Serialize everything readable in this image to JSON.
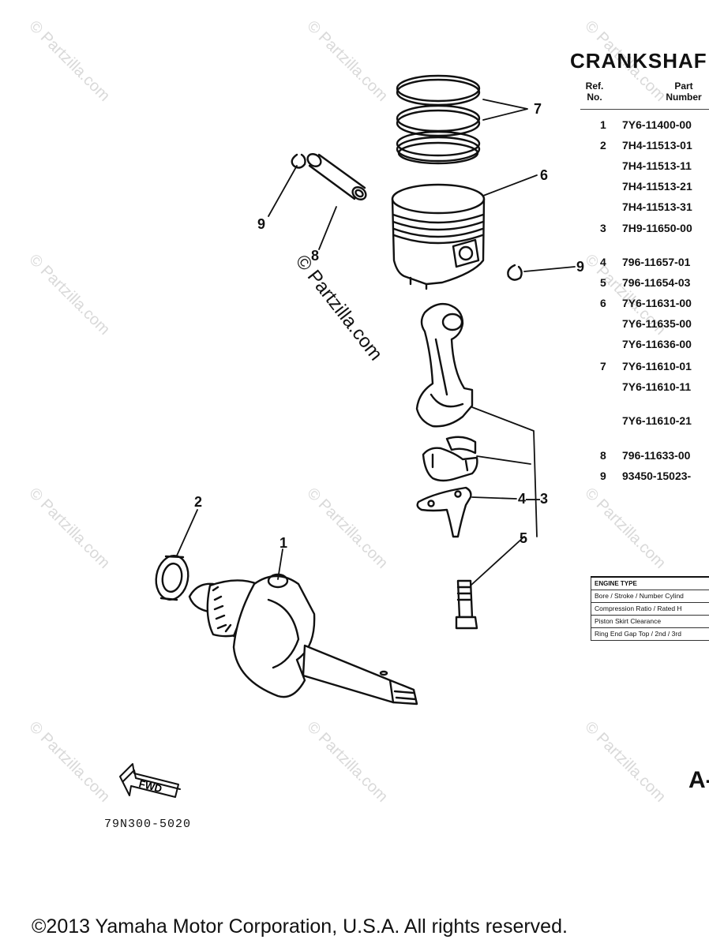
{
  "title": "CRANKSHAF",
  "table_header": {
    "ref": "Ref.\nNo.",
    "part": "Part\nNumber"
  },
  "parts": [
    {
      "ref": "1",
      "part": "7Y6-11400-00"
    },
    {
      "ref": "2",
      "part": "7H4-11513-01"
    },
    {
      "ref": "",
      "part": "7H4-11513-11"
    },
    {
      "ref": "",
      "part": "7H4-11513-21"
    },
    {
      "ref": "",
      "part": "7H4-11513-31"
    },
    {
      "ref": "3",
      "part": "7H9-11650-00"
    },
    {
      "ref": "4",
      "part": "796-11657-01"
    },
    {
      "ref": "5",
      "part": "796-11654-03"
    },
    {
      "ref": "6",
      "part": "7Y6-11631-00"
    },
    {
      "ref": "",
      "part": "7Y6-11635-00"
    },
    {
      "ref": "",
      "part": "7Y6-11636-00"
    },
    {
      "ref": "7",
      "part": "7Y6-11610-01"
    },
    {
      "ref": "",
      "part": "7Y6-11610-11"
    },
    {
      "ref": "",
      "part": "7Y6-11610-21"
    },
    {
      "ref": "8",
      "part": "796-11633-00"
    },
    {
      "ref": "9",
      "part": "93450-15023-"
    }
  ],
  "callouts": {
    "c7": "7",
    "c6": "6",
    "c9a": "9",
    "c8": "8",
    "c9b": "9",
    "c43": "4—3",
    "c5": "5",
    "c2": "2",
    "c1": "1"
  },
  "spec_table": {
    "header": "ENGINE TYPE",
    "rows": [
      "Bore / Stroke / Number Cylind",
      "Compression Ratio / Rated H",
      "Piston Skirt Clearance",
      "Ring End Gap Top / 2nd / 3rd"
    ]
  },
  "fwd_label": "FWD",
  "figure_code": "79N300-5020",
  "page_code": "A-",
  "watermark": "© Partzilla.com",
  "copyright": "©2013  Yamaha Motor Corporation, U.S.A. All rights reserved."
}
